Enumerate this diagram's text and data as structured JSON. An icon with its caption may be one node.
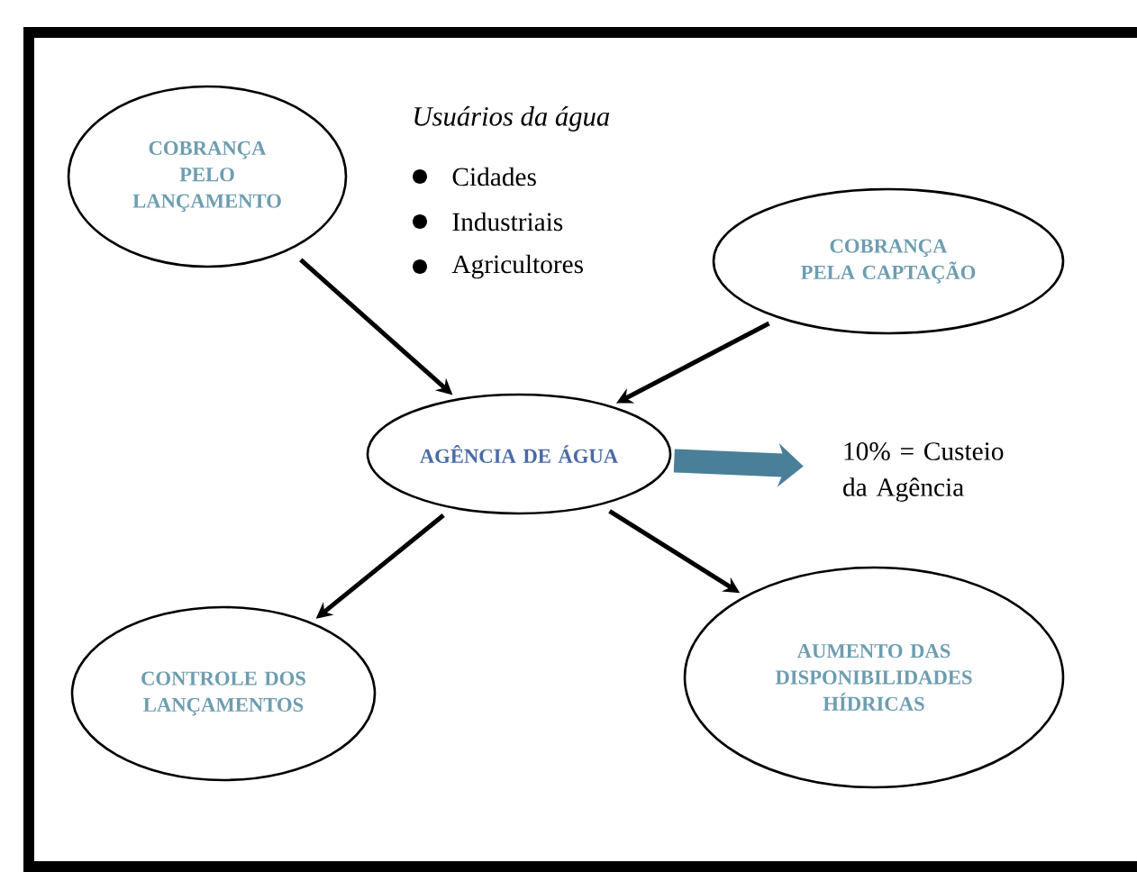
{
  "diagram": {
    "nodes": [
      {
        "text": [
          "COBRANÇA PELO LANÇAMENTO"
        ]
      },
      {
        "text": [
          "COBRANÇA PELA CAPTAÇÃO"
        ]
      },
      {
        "text": [
          "AGÊNCIA DE ÁGUA"
        ]
      },
      {
        "text": [
          "10% = Custeio da Agência"
        ]
      },
      {
        "text": [
          "CONTROLE DOS LANÇAMENTOS"
        ]
      },
      {
        "text": [
          "AUMENTO DAS DISPONIBILIDADES HÍDRICAS"
        ]
      }
    ],
    "edges": [
      {
        "from": 0,
        "to": 2,
        "arrow": "to"
      },
      {
        "from": 1,
        "to": 2,
        "arrow": "to"
      },
      {
        "from": 2,
        "to": 3,
        "arrow": "to",
        "style": "thick",
        "color": "#4a7f99"
      },
      {
        "from": 2,
        "to": 4,
        "arrow": "to"
      },
      {
        "from": 2,
        "to": 5,
        "arrow": "to"
      }
    ],
    "labels": [
      "Usuários da água",
      "Cidades",
      "Industriais",
      "Agricultores"
    ]
  }
}
